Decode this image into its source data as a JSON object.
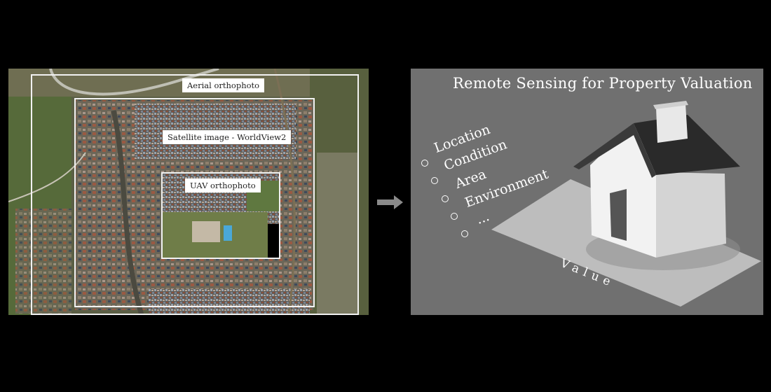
{
  "imagery": {
    "labels": {
      "aerial": "Aerial orthophoto",
      "satellite": "Satellite image - WorldView2",
      "uav": "UAV orthophoto"
    }
  },
  "arrow": {
    "icon": "right-arrow-icon",
    "color": "#8a8a8a"
  },
  "valuation": {
    "title": "Remote Sensing for Property Valuation",
    "factors": [
      "Location",
      "Condition",
      "Area",
      "Environment",
      "..."
    ],
    "value_label": "Value",
    "icon": "house-icon",
    "colors": {
      "panel": "#707070",
      "ground": "#bdbdbd"
    }
  }
}
